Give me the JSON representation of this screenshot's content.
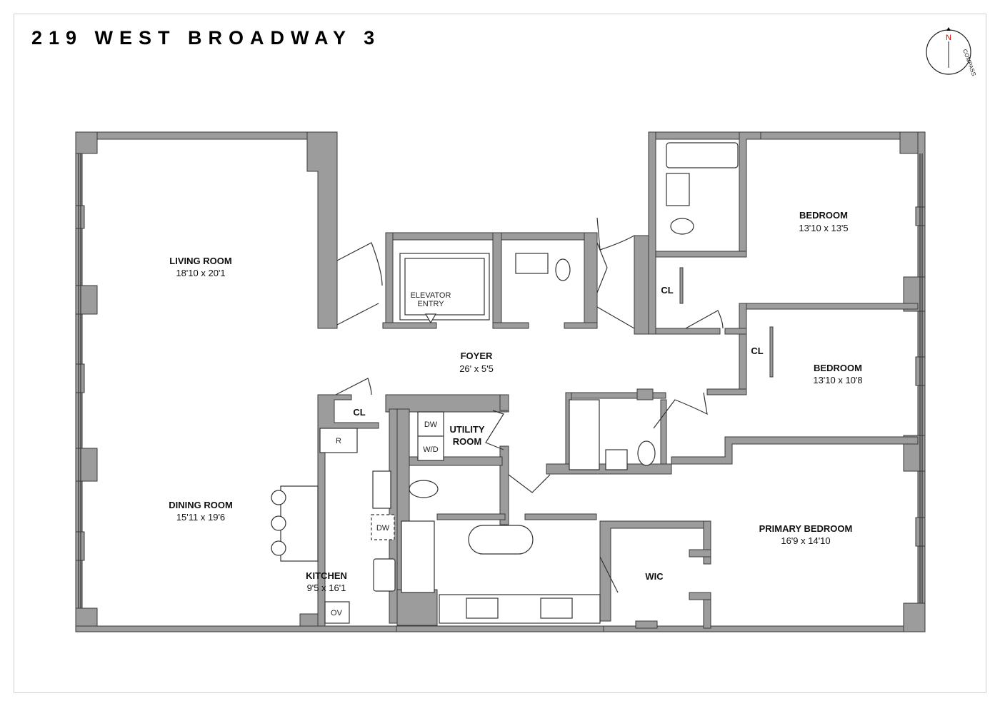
{
  "title": "219 WEST BROADWAY 3",
  "compass": {
    "north": "N",
    "label": "COMPASS"
  },
  "rooms": {
    "living": {
      "name": "LIVING ROOM",
      "dims": "18'10 x 20'1"
    },
    "dining": {
      "name": "DINING ROOM",
      "dims": "15'11 x 19'6"
    },
    "kitchen": {
      "name": "KITCHEN",
      "dims": "9'5 x 16'1"
    },
    "foyer": {
      "name": "FOYER",
      "dims": "26' x 5'5"
    },
    "elevator": {
      "line1": "ELEVATOR",
      "line2": "ENTRY"
    },
    "utility": {
      "line1": "UTILITY",
      "line2": "ROOM"
    },
    "bedroom1": {
      "name": "BEDROOM",
      "dims": "13'10 x 13'5"
    },
    "bedroom2": {
      "name": "BEDROOM",
      "dims": "13'10 x 10'8"
    },
    "primary": {
      "name": "PRIMARY BEDROOM",
      "dims": "16'9 x 14'10"
    },
    "wic": {
      "name": "WIC"
    },
    "closet_foyer": "CL",
    "closet_bed1": "CL",
    "closet_bed2": "CL"
  },
  "fixtures": {
    "refrigerator": "R",
    "dishwasher_kitchen": "DW",
    "oven": "OV",
    "dishwasher_utility": "DW",
    "washer_dryer": "W/D"
  }
}
